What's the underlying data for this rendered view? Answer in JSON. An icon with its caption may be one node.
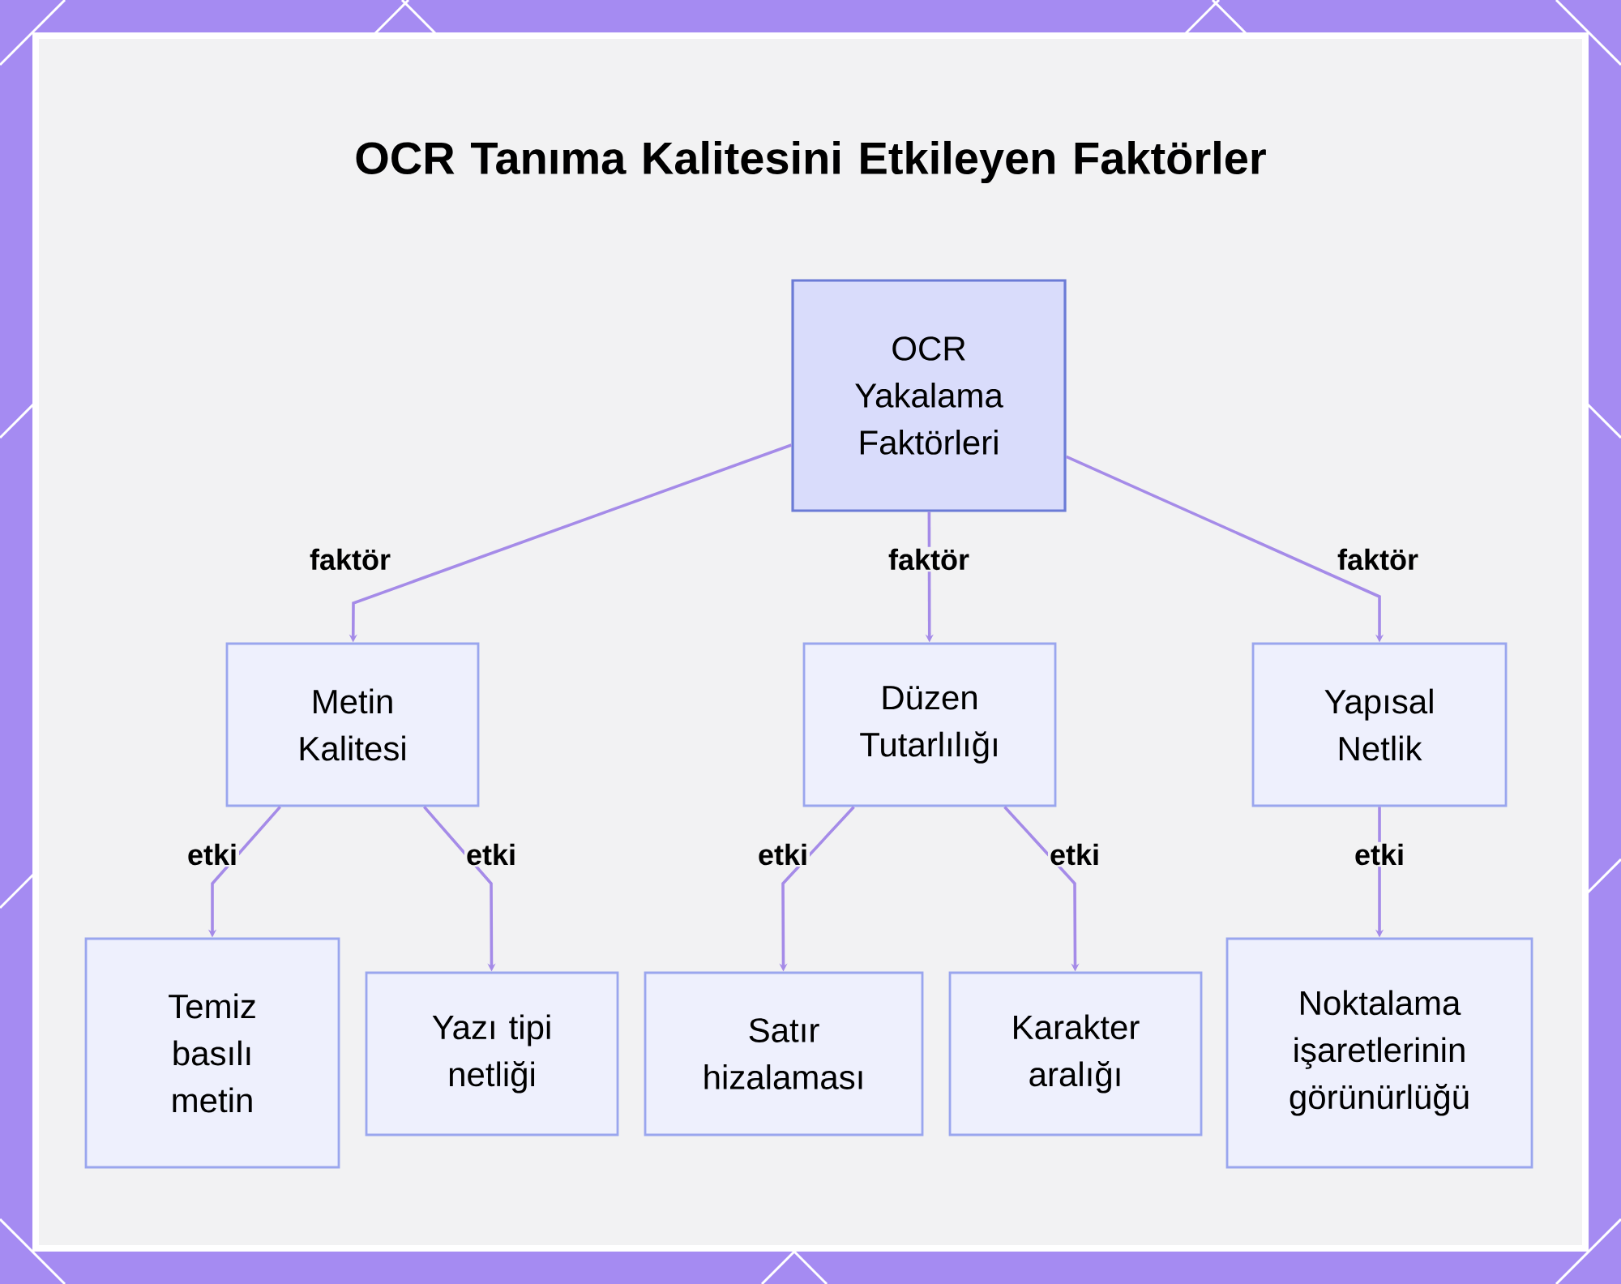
{
  "diagram": {
    "title": "OCR Tanıma Kalitesini Etkileyen Faktörler",
    "nodes": [
      {
        "text": [
          "OCR Yakalama Faktörleri"
        ]
      },
      {
        "text": [
          "Metin Kalitesi"
        ]
      },
      {
        "text": [
          "Düzen Tutarlılığı"
        ]
      },
      {
        "text": [
          "Yapısal Netlik"
        ]
      },
      {
        "text": [
          "Temiz basılı metin"
        ]
      },
      {
        "text": [
          "Yazı tipi netliği"
        ]
      },
      {
        "text": [
          "Satır hizalaması"
        ]
      },
      {
        "text": [
          "Karakter aralığı"
        ]
      },
      {
        "text": [
          "Noktalama işaretlerinin görünürlüğü"
        ]
      }
    ],
    "edges": [
      {
        "from": 0,
        "to": 1,
        "arrow": "to",
        "label": "faktör"
      },
      {
        "from": 0,
        "to": 2,
        "arrow": "to",
        "label": "faktör"
      },
      {
        "from": 0,
        "to": 3,
        "arrow": "to",
        "label": "faktör"
      },
      {
        "from": 1,
        "to": 4,
        "arrow": "to",
        "label": "etki"
      },
      {
        "from": 1,
        "to": 5,
        "arrow": "to",
        "label": "etki"
      },
      {
        "from": 2,
        "to": 6,
        "arrow": "to",
        "label": "etki"
      },
      {
        "from": 2,
        "to": 7,
        "arrow": "to",
        "label": "etki"
      },
      {
        "from": 3,
        "to": 8,
        "arrow": "to",
        "label": "etki"
      }
    ]
  }
}
